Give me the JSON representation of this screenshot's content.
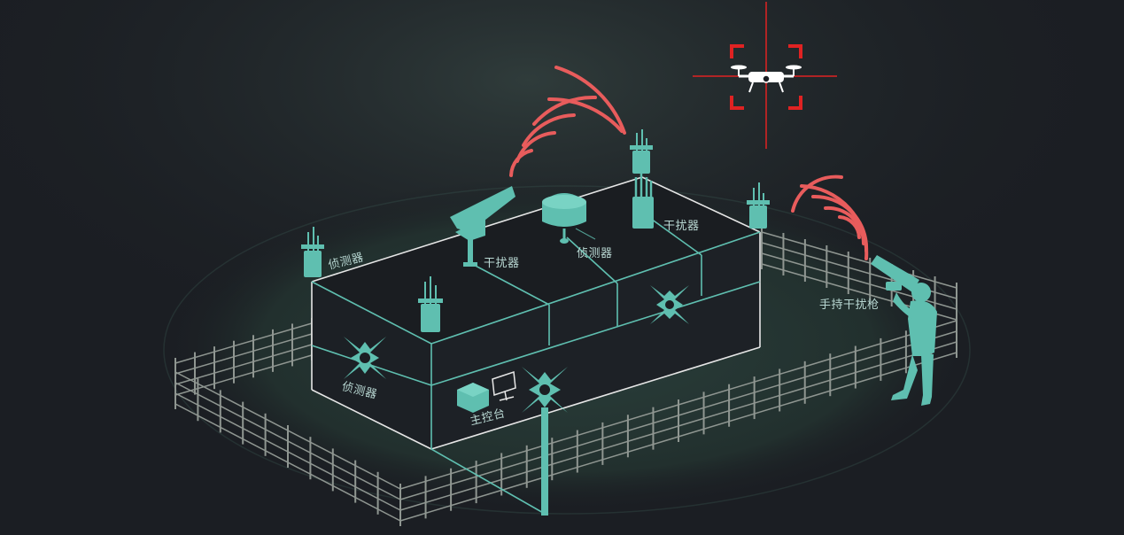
{
  "colors": {
    "background": "#1b1e23",
    "teal": "#5fbfb0",
    "outline": "#e6e6e6",
    "signal": "#e85c5c",
    "target": "#e02222",
    "fence": "#8f9691"
  },
  "icons": {
    "detector": "tower-detector-icon",
    "jammer": "jammer-antenna-icon",
    "radar": "radar-dish-icon",
    "spoofer": "shuriken-detector-icon",
    "drone": "drone-icon",
    "console": "console-icon",
    "gun": "handheld-jammer-icon"
  },
  "labels": {
    "detector_left": "侦测器",
    "jammer_cannon": "干扰器",
    "radar": "侦测器",
    "jammer_right": "干扰器",
    "detector_front": "侦测器",
    "console": "主控台",
    "handheld_gun": "手持干扰枪"
  }
}
